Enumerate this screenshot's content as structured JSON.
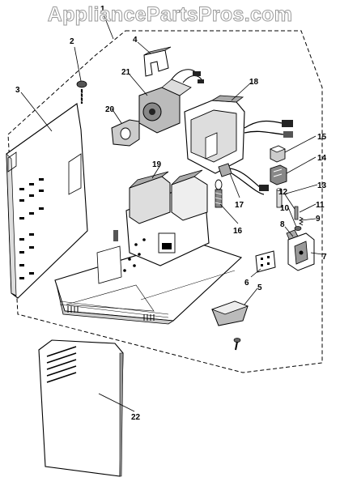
{
  "watermark": {
    "text": "AppliancePartsPros.com"
  },
  "callouts": [
    {
      "id": "c1",
      "label": "1"
    },
    {
      "id": "c2",
      "label": "2"
    },
    {
      "id": "c3",
      "label": "3"
    },
    {
      "id": "c4",
      "label": "4"
    },
    {
      "id": "c5",
      "label": "5"
    },
    {
      "id": "c6",
      "label": "6"
    },
    {
      "id": "c7",
      "label": "7"
    },
    {
      "id": "c8",
      "label": "8"
    },
    {
      "id": "c9",
      "label": "9"
    },
    {
      "id": "c10",
      "label": "10"
    },
    {
      "id": "c11",
      "label": "11"
    },
    {
      "id": "c12",
      "label": "12"
    },
    {
      "id": "c13",
      "label": "13"
    },
    {
      "id": "c14",
      "label": "14"
    },
    {
      "id": "c15",
      "label": "15"
    },
    {
      "id": "c16",
      "label": "16"
    },
    {
      "id": "c17",
      "label": "17"
    },
    {
      "id": "c18",
      "label": "18"
    },
    {
      "id": "c19",
      "label": "19"
    },
    {
      "id": "c20",
      "label": "20"
    },
    {
      "id": "c21",
      "label": "21"
    },
    {
      "id": "c22",
      "label": "22"
    }
  ]
}
